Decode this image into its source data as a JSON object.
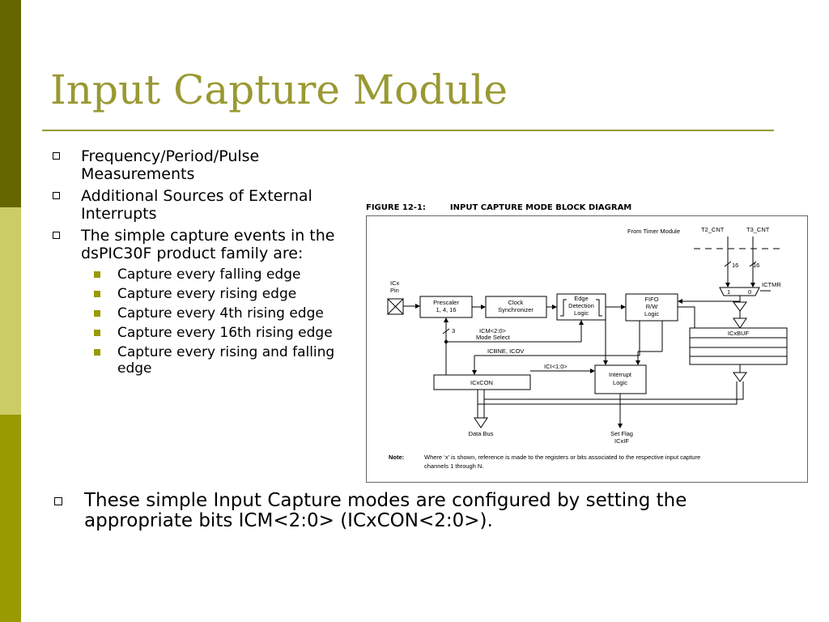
{
  "slide": {
    "title": "Input Capture Module",
    "bullets": [
      "Frequency/Period/Pulse Measurements",
      "Additional Sources of External Interrupts",
      "The simple capture events in the dsPIC30F product family are:"
    ],
    "sub_bullets": [
      "Capture every falling edge",
      "Capture every rising edge",
      "Capture every 4th rising edge",
      "Capture every 16th rising edge",
      "Capture every rising and falling edge"
    ],
    "bottom_bullet": "These simple Input Capture modes are configured by setting the appropriate bits ICM<2:0> (ICxCON<2:0>)."
  },
  "figure": {
    "number": "FIGURE 12-1:",
    "title": "INPUT CAPTURE MODE BLOCK DIAGRAM",
    "labels": {
      "from_timer": "From Timer Module",
      "t2": "T2_CNT",
      "t3": "T3_CNT",
      "w16a": "16",
      "w16b": "16",
      "mux1": "1",
      "mux0": "0",
      "ictmr": "ICTMR",
      "icx": "ICx",
      "pin": "Pin",
      "prescaler1": "Prescaler",
      "prescaler2": "1, 4, 16",
      "clock1": "Clock",
      "clock2": "Synchronizer",
      "edge1": "Edge",
      "edge2": "Detection",
      "edge3": "Logic",
      "fifo1": "FIFO",
      "fifo2": "R/W",
      "fifo3": "Logic",
      "icxbuf": "ICxBUF",
      "w3": "3",
      "icm1": "ICM<2:0>",
      "icm2": "Mode Select",
      "icbne": "ICBNE, ICOV",
      "ici": "ICI<1:0>",
      "icxcon": "ICxCON",
      "int1": "Interrupt",
      "int2": "Logic",
      "databus": "Data Bus",
      "setflag1": "Set Flag",
      "setflag2": "ICxIF",
      "note_label": "Note:",
      "note1": "Where ‘x’ is shown, reference is made to the registers or bits associated to the respective input capture",
      "note2": "channels 1 through N."
    }
  }
}
